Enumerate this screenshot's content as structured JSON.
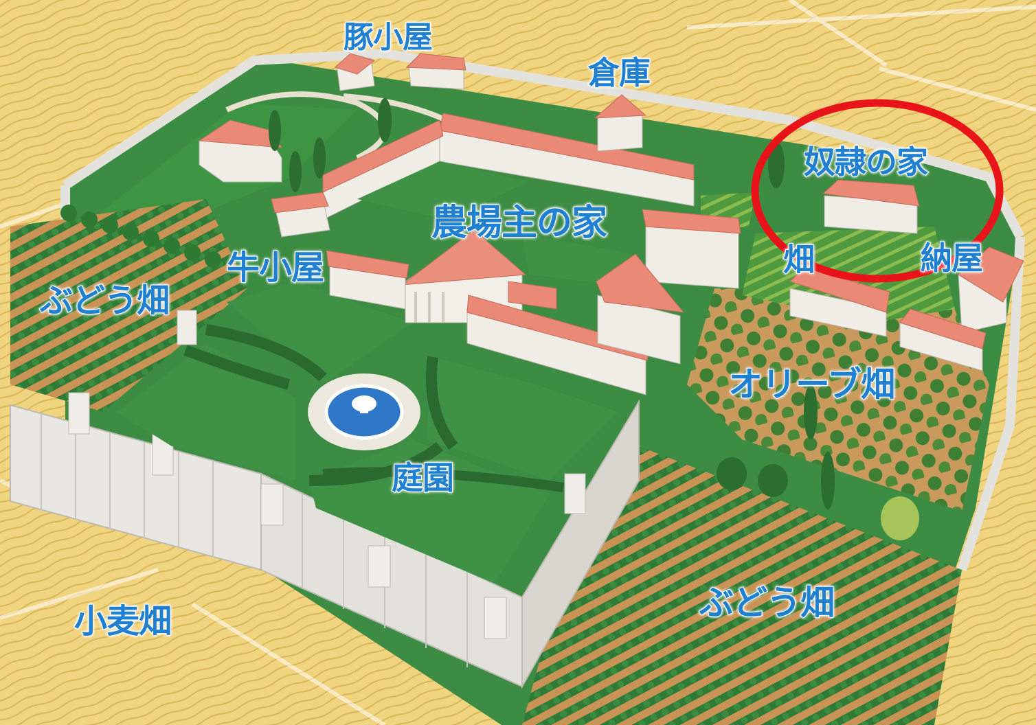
{
  "labels": {
    "pigsty": "豚小屋",
    "storehouse": "倉庫",
    "slave_house": "奴隷の家",
    "field_small": "畑",
    "barn": "納屋",
    "owner_house": "農場主の家",
    "cowshed": "牛小屋",
    "vineyard_west": "ぶどう畑",
    "olive_grove": "オリーブ畑",
    "garden": "庭園",
    "wheat_field": "小麦畑",
    "vineyard_south": "ぶどう畑"
  },
  "highlight": {
    "color": "#e8141a",
    "target": "slave_house"
  },
  "colors": {
    "wheat": "#f0d37e",
    "lawn": "#3f8f44",
    "wall": "#e6e4df",
    "roof": "#e98976",
    "label_text": "#1f7fd0",
    "water": "#2f78c8"
  }
}
